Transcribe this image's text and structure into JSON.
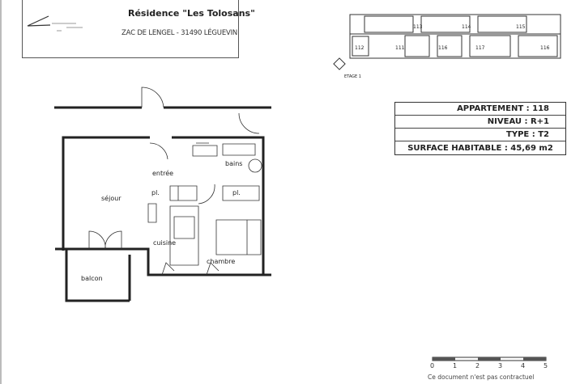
{
  "header": {
    "title": "Résidence \"Les Tolosans\"",
    "address": "ZAC DE LENGEL - 31490 LÉGUEVIN"
  },
  "site_plan": {
    "floor_label": "ETAGE 1",
    "units": [
      "113",
      "114",
      "115",
      "112",
      "111",
      "116",
      "117",
      "116"
    ]
  },
  "info": {
    "apartment": "APPARTEMENT : 118",
    "level": "NIVEAU : R+1",
    "type": "TYPE : T2",
    "surface": "SURFACE HABITABLE : 45,69 m2"
  },
  "plan": {
    "rooms": {
      "sejour": "séjour",
      "entree": "entrée",
      "bains": "bains",
      "placard1": "pl.",
      "placard2": "pl.",
      "cuisine": "cuisine",
      "chambre": "chambre",
      "balcon": "balcon"
    }
  },
  "scale": {
    "ticks": [
      "0",
      "1",
      "2",
      "3",
      "4",
      "5"
    ]
  },
  "disclaimer": "Ce document n'est pas contractuel"
}
